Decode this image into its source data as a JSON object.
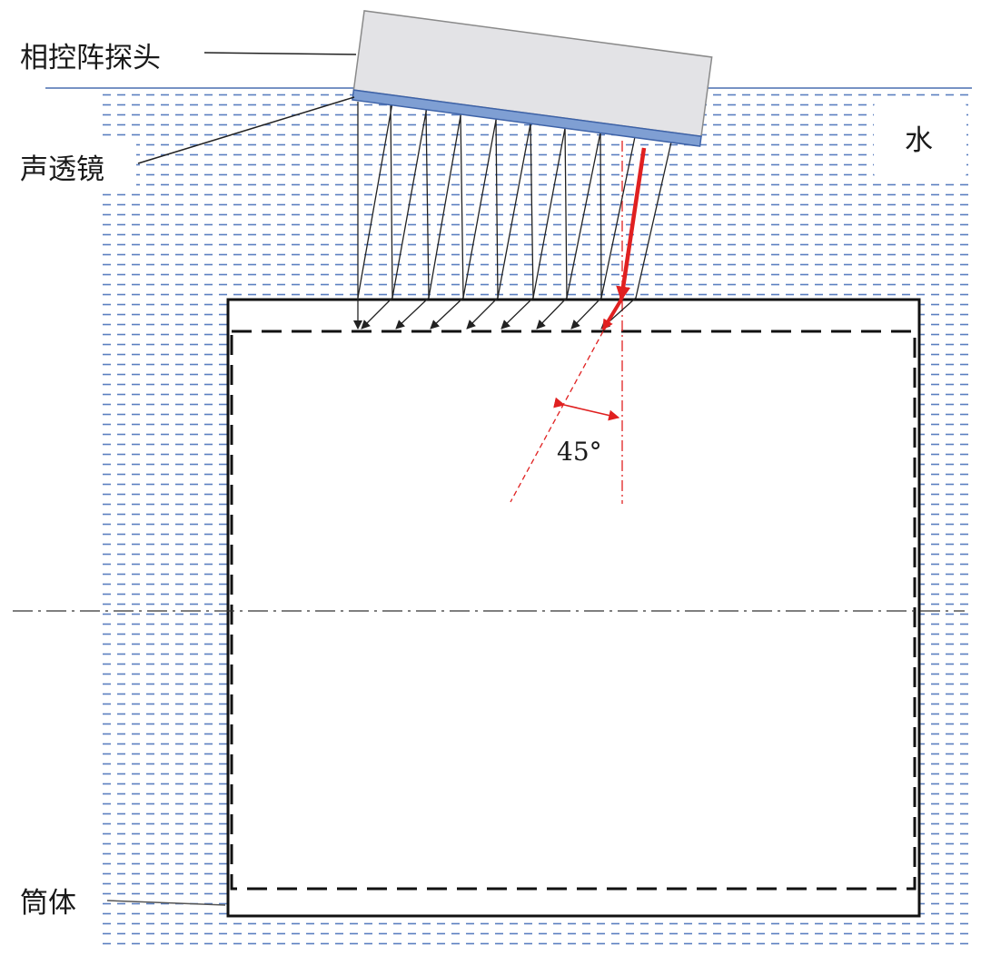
{
  "labels": {
    "probe": "相控阵探头",
    "lens": "声透镜",
    "water": "水",
    "cylinder": "筒体",
    "angle": "45°"
  },
  "colors": {
    "water_dash": "#5a7fc0",
    "surface_line": "#4a6fb0",
    "probe_fill": "#e3e3e6",
    "probe_stroke": "#8a8a8a",
    "lens_fill": "#7f9fd3",
    "lens_stroke": "#3e63a8",
    "beam_highlight": "#e02020",
    "outline": "#111111"
  },
  "icons": {
    "beam_arrow": "arrowhead-icon"
  }
}
